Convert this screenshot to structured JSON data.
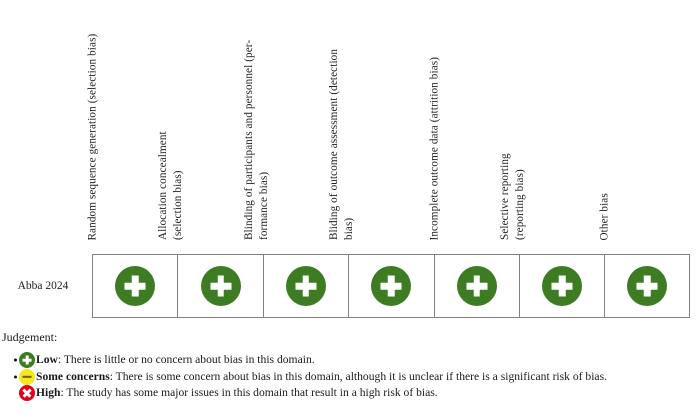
{
  "chart_data": {
    "type": "table",
    "title": "",
    "chart_kind": "risk-of-bias-summary",
    "columns": [
      "Random sequence generation (selection bias)",
      "Allocation concealment\n(selection bias)",
      "Blinding of participants and personnel (per-\nformance bias)",
      "Bliding of outcome assessment (detection\nbias)",
      "Incomplete outcome data (attrition bias)",
      "Selective reporting\n(reporting bias)",
      "Other bias"
    ],
    "rows": [
      {
        "study": "Abba 2024",
        "judgements": [
          "low",
          "low",
          "low",
          "low",
          "low",
          "low",
          "low"
        ]
      }
    ],
    "judgement_symbols": {
      "low": "plus-icon",
      "some": "minus-icon",
      "high": "cross-icon"
    },
    "colors": {
      "low": "#3d7c22",
      "some": "#f5e71a",
      "high": "#e3001b",
      "cell_border": "#808080",
      "text": "#1a1a1a"
    }
  },
  "table": {
    "row_label": "Abba 2024"
  },
  "legend": {
    "title": "Judgement:",
    "items": [
      {
        "icon": "plus-icon",
        "level": "low",
        "term": "Low",
        "description": ": There is little or no concern about bias in this domain.",
        "bullet": true
      },
      {
        "icon": "minus-icon",
        "level": "some",
        "term": "Some concerns",
        "description": ": There is some concern about bias in this domain, although it is unclear if there is a significant risk of bias.",
        "bullet": true
      },
      {
        "icon": "cross-icon",
        "level": "high",
        "term": "High",
        "description": ": The study has some major issues in this domain that result in a high risk of bias.",
        "bullet": false
      }
    ]
  }
}
